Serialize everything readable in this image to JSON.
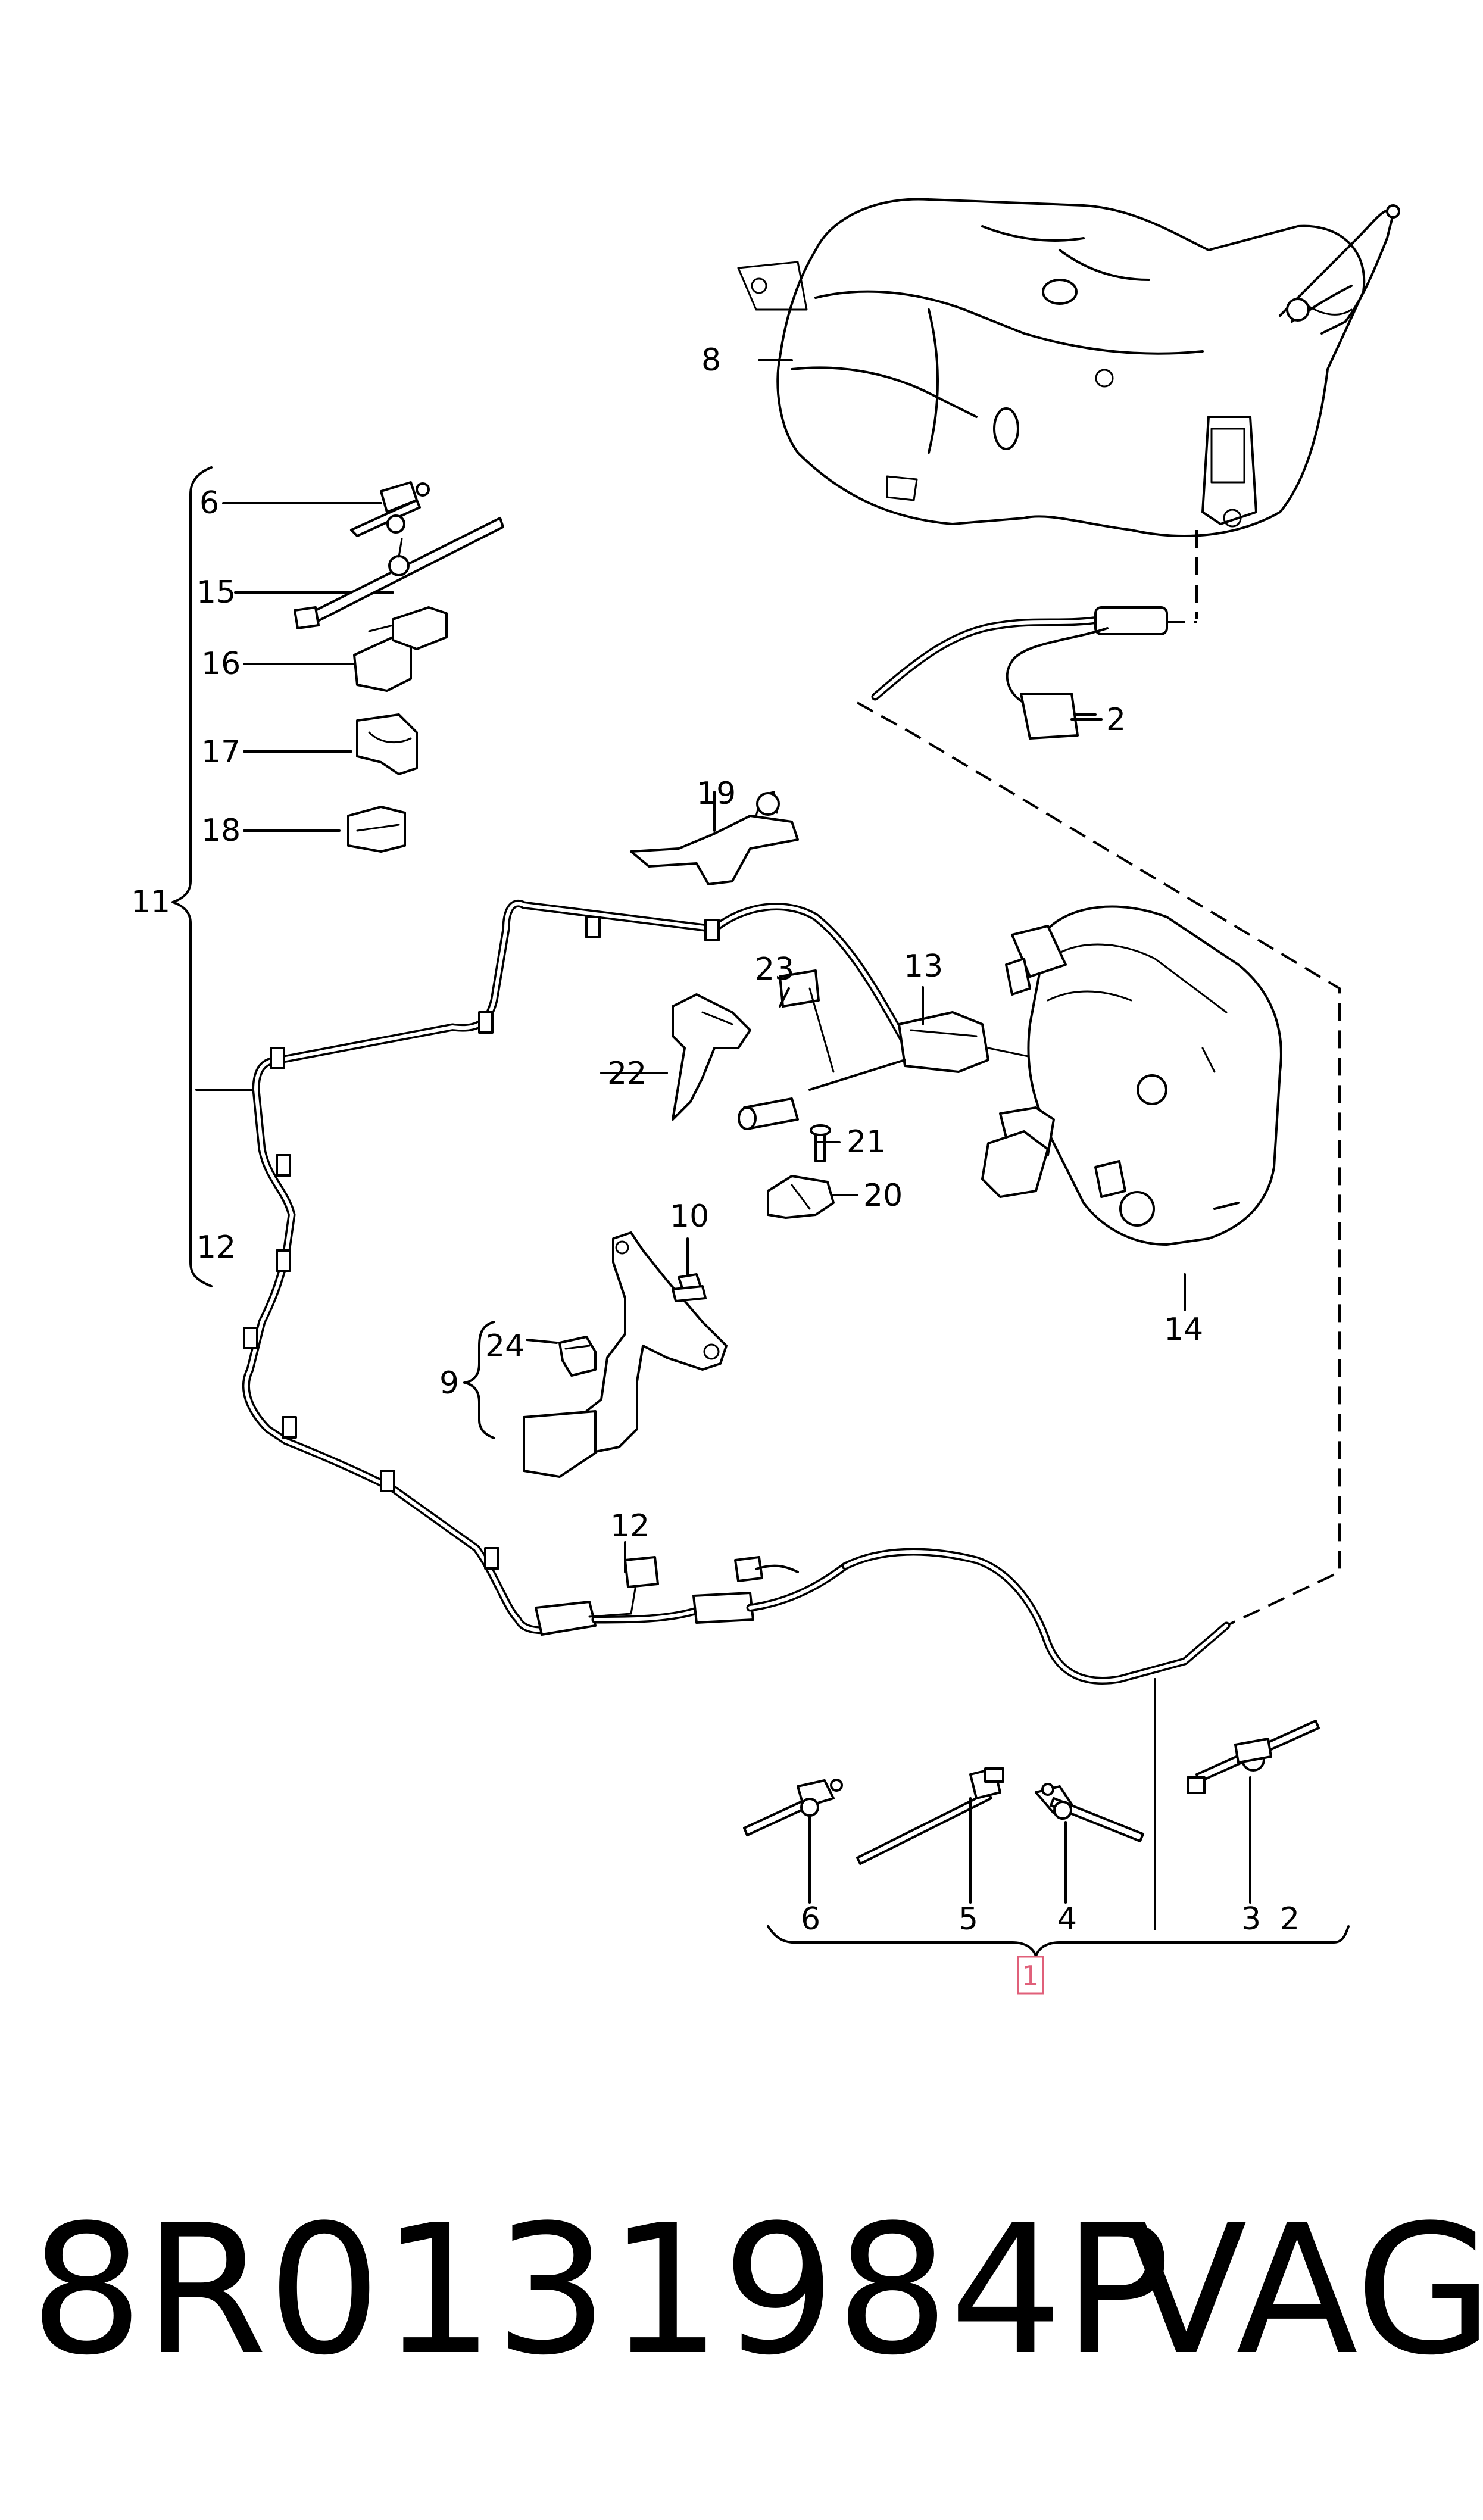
{
  "diagram": {
    "callouts": {
      "c1": "1",
      "c2_top": "2",
      "c2_bottom": "2",
      "c3": "3",
      "c4": "4",
      "c5": "5",
      "c6_left": "6",
      "c6_bottom": "6",
      "c8": "8",
      "c9": "9",
      "c10": "10",
      "c11": "11",
      "c12_left": "12",
      "c12_bottom": "12",
      "c13": "13",
      "c14": "14",
      "c15": "15",
      "c16": "16",
      "c17": "17",
      "c18": "18",
      "c19": "19",
      "c20": "20",
      "c21": "21",
      "c22": "22",
      "c23": "23",
      "c24": "24"
    },
    "highlight_color": "#e0607a"
  },
  "footer": {
    "part_number": "8R0131984P",
    "brand": "VAG"
  }
}
